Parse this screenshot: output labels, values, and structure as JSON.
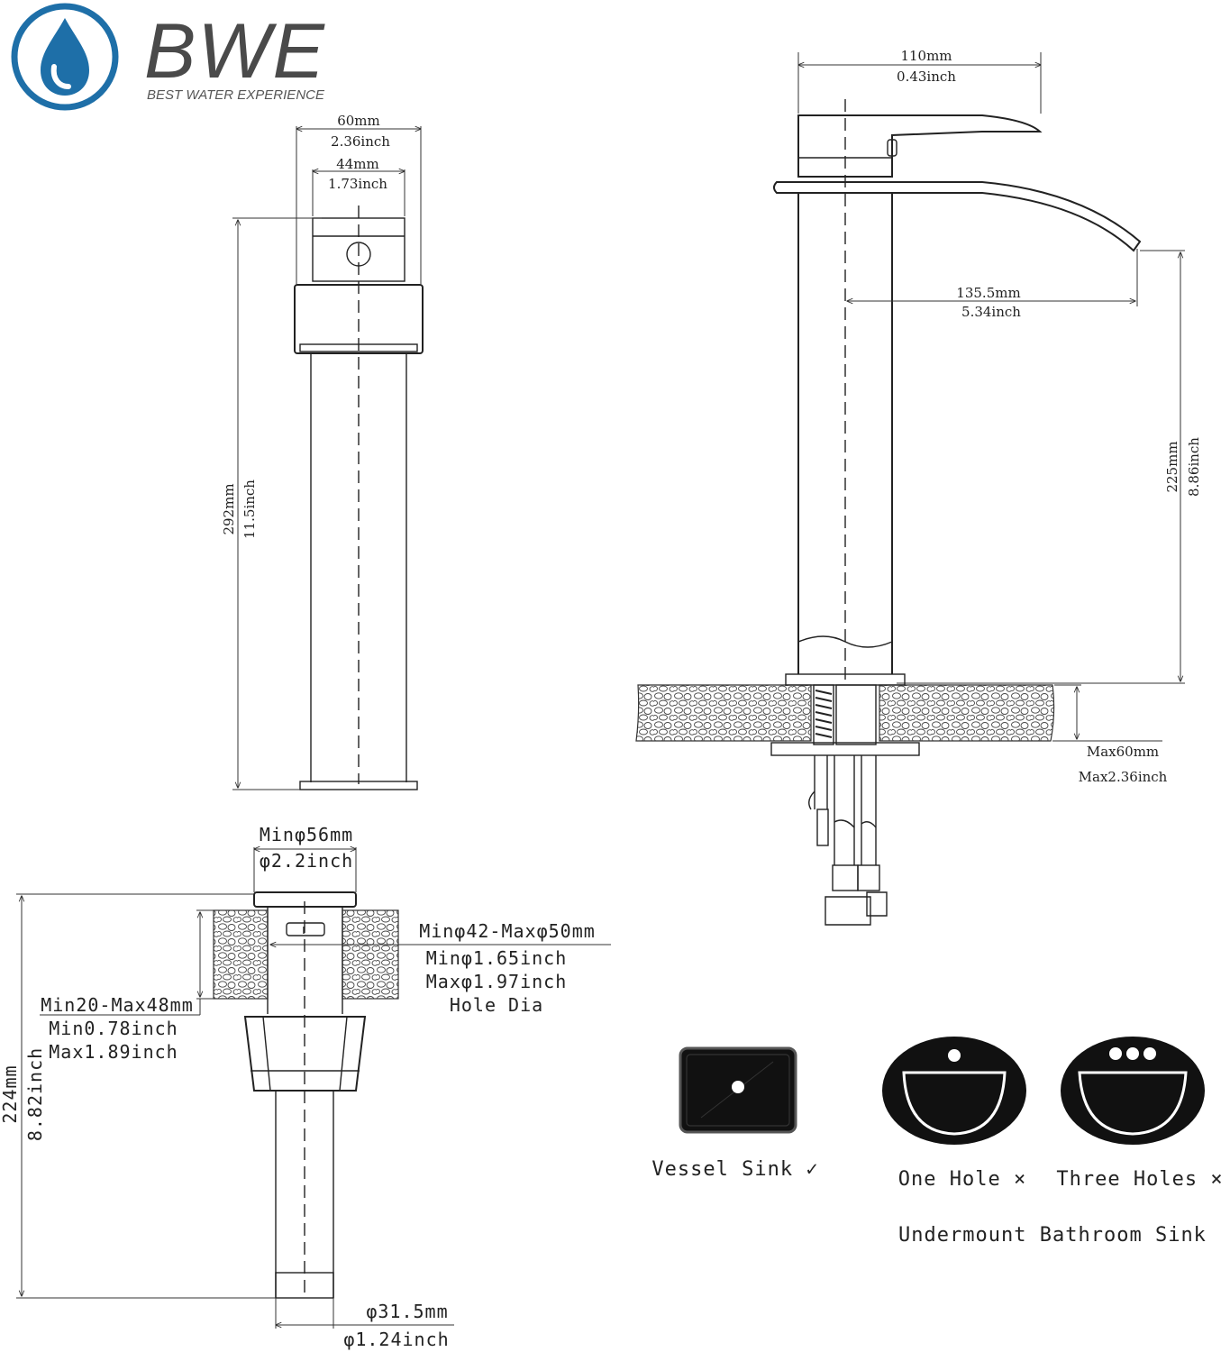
{
  "brand": {
    "name": "BWE",
    "tagline": "BEST WATER EXPERIENCE",
    "color": "#1e6fa8"
  },
  "side_view": {
    "top_width_mm": "60mm",
    "top_width_in": "2.36inch",
    "handle_width_mm": "44mm",
    "handle_width_in": "1.73inch",
    "height_mm": "292mm",
    "height_in": "11.5inch"
  },
  "front_view": {
    "spout_width_mm": "110mm",
    "spout_width_in": "0.43inch",
    "reach_mm": "135.5mm",
    "reach_in": "5.34inch",
    "spout_height_mm": "225mm",
    "spout_height_in": "8.86inch",
    "deck_max_mm": "Max60mm",
    "deck_max_in": "Max2.36inch"
  },
  "drain_view": {
    "cap_mm": "Minφ56mm",
    "cap_in": "φ2.2inch",
    "hole_mm": "Minφ42-Maxφ50mm",
    "hole_in_min": "Minφ1.65inch",
    "hole_in_max": "Maxφ1.97inch",
    "hole_label": "Hole Dia",
    "thickness_mm": "Min20-Max48mm",
    "thickness_in_min": "Min0.78inch",
    "thickness_in_max": "Max1.89inch",
    "height_mm": "224mm",
    "height_in": "8.82inch",
    "pipe_mm": "φ31.5mm",
    "pipe_in": "φ1.24inch"
  },
  "sinks": {
    "vessel_label": "Vessel Sink ✓",
    "one_hole_label": "One Hole ×",
    "three_holes_label": "Three Holes ×",
    "undermount_caption": "Undermount Bathroom Sink"
  }
}
